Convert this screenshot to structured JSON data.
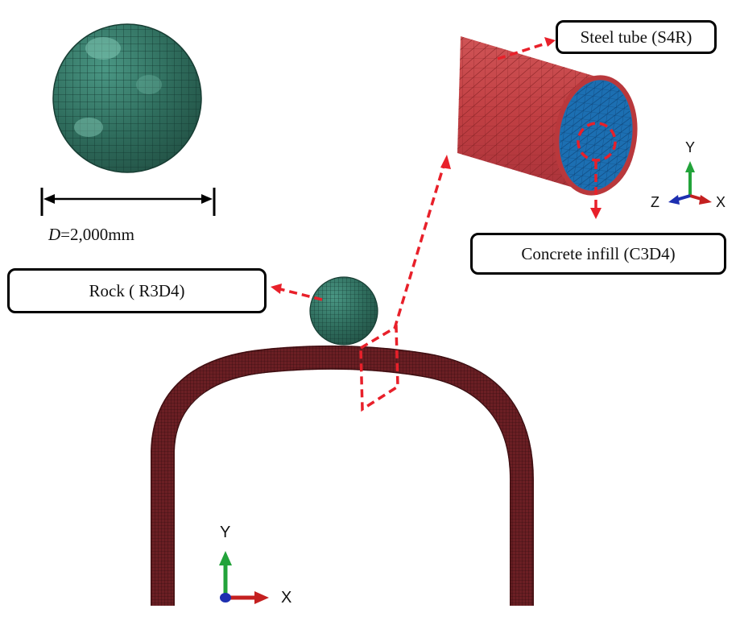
{
  "labels": {
    "steel_tube": "Steel tube (S4R)",
    "concrete_infill": "Concrete infill (C3D4)",
    "rock": "Rock ( R3D4)"
  },
  "dimension": {
    "symbol": "D",
    "value": "=2,000mm"
  },
  "axes_main": {
    "y": "Y",
    "x": "X"
  },
  "axes_detail": {
    "y": "Y",
    "x": "X",
    "z": "Z"
  },
  "colors": {
    "rock_mesh": "#2e6b5c",
    "tube_mesh": "#6b1f24",
    "steel_tube_detail": "#c24548",
    "concrete_detail": "#1c6fb2",
    "callout_red": "#e8202a",
    "axis_green": "#22a33a",
    "axis_red": "#c42020",
    "axis_blue": "#1d2fb0"
  }
}
